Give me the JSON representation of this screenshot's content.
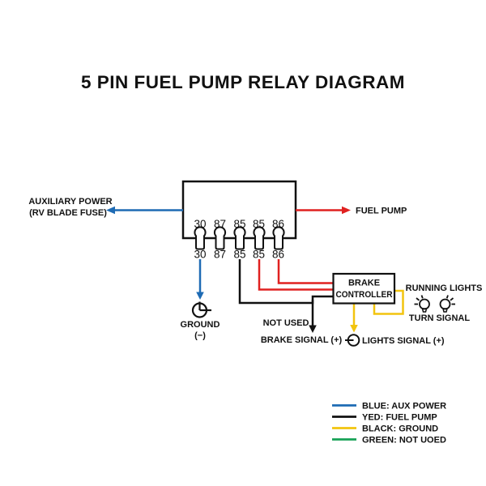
{
  "title": "5 PIN FUEL PUMP RELAY DIAGRAM",
  "colors": {
    "blue": "#1E6BB4",
    "red": "#E02120",
    "yellow": "#F2C40E",
    "green": "#17A257",
    "black": "#111111"
  },
  "relay": {
    "pins": [
      "30",
      "87",
      "85",
      "85",
      "86"
    ]
  },
  "aux_power": {
    "line1": "AUXILIARY POWER",
    "line2": "(RV BLADE FUSE)"
  },
  "fuel_pump_label": "FUEL PUMP",
  "ground": {
    "label": "GROUND",
    "polarity": "(−)"
  },
  "brake_controller": {
    "line1": "BRAKE",
    "line2": "CONTROLLER"
  },
  "labels": {
    "running_lights": "RUNNING LIGHTS",
    "turn_signal": "TURN SIGNAL",
    "not_used": "NOT USED",
    "brake_signal": "BRAKE SIGNAL (+)",
    "lights_signal": "LIGHTS SIGNAL (+)"
  },
  "legend": {
    "items": [
      {
        "color": "blue",
        "label": "BLUE: AUX POWER"
      },
      {
        "color": "black",
        "label": "YED: FUEL PUMP"
      },
      {
        "color": "yellow",
        "label": "BLACK: GROUND"
      },
      {
        "color": "green",
        "label": "GREEN: NOT UOED"
      }
    ]
  }
}
